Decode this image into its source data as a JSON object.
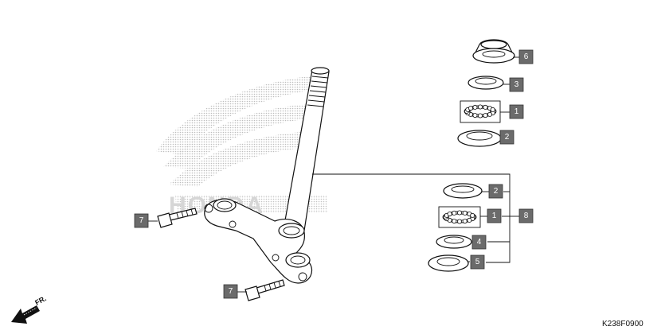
{
  "diagram": {
    "code": "K238F0900",
    "direction_label": "FR.",
    "watermark_text": "HONDA",
    "colors": {
      "label_fill": "#6b6b6b",
      "label_text": "#ffffff",
      "line": "#111111",
      "watermark": "#c8c8c8"
    }
  },
  "callouts": {
    "c1": "6",
    "c2": "3",
    "c3": "1",
    "c4": "2",
    "c5": "2",
    "c6": "1",
    "c7": "4",
    "c8": "5",
    "c9": "8",
    "c10": "7",
    "c11": "7"
  }
}
